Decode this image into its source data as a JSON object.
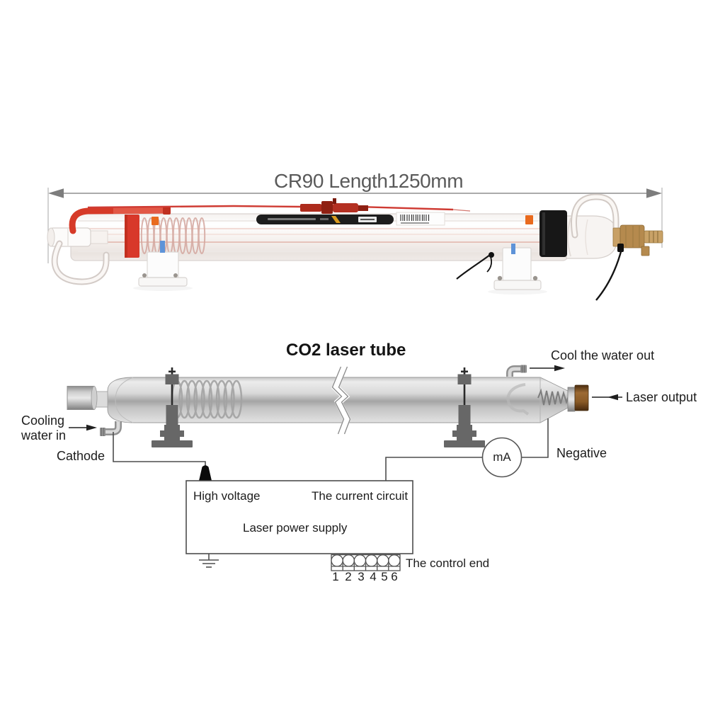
{
  "photo": {
    "dimension_label": "CR90 Length1250mm"
  },
  "diagram": {
    "title": "CO2 laser tube",
    "labels": {
      "cool_water_out": "Cool the water out",
      "laser_output": "Laser output",
      "cooling_water_in_line1": "Cooling",
      "cooling_water_in_line2": "water in",
      "cathode": "Cathode",
      "negative": "Negative",
      "meter": "mA",
      "high_voltage": "High voltage",
      "current_circuit": "The current circuit",
      "power_supply": "Laser power supply",
      "control_end": "The control end"
    },
    "terminal_pins": [
      "1",
      "2",
      "3",
      "4",
      "5",
      "6"
    ]
  },
  "colors": {
    "accent_red": "#d63a28",
    "band_red": "#d8382a",
    "marker_orange": "#e96a1e",
    "brass": "#b58a4e",
    "label_black": "#1d1d1d",
    "schematic_line": "#4d4d4d",
    "dimension_gray": "#8f8f8f",
    "text_dark": "#1c1c1c",
    "text_gray": "#5a5a5a"
  }
}
